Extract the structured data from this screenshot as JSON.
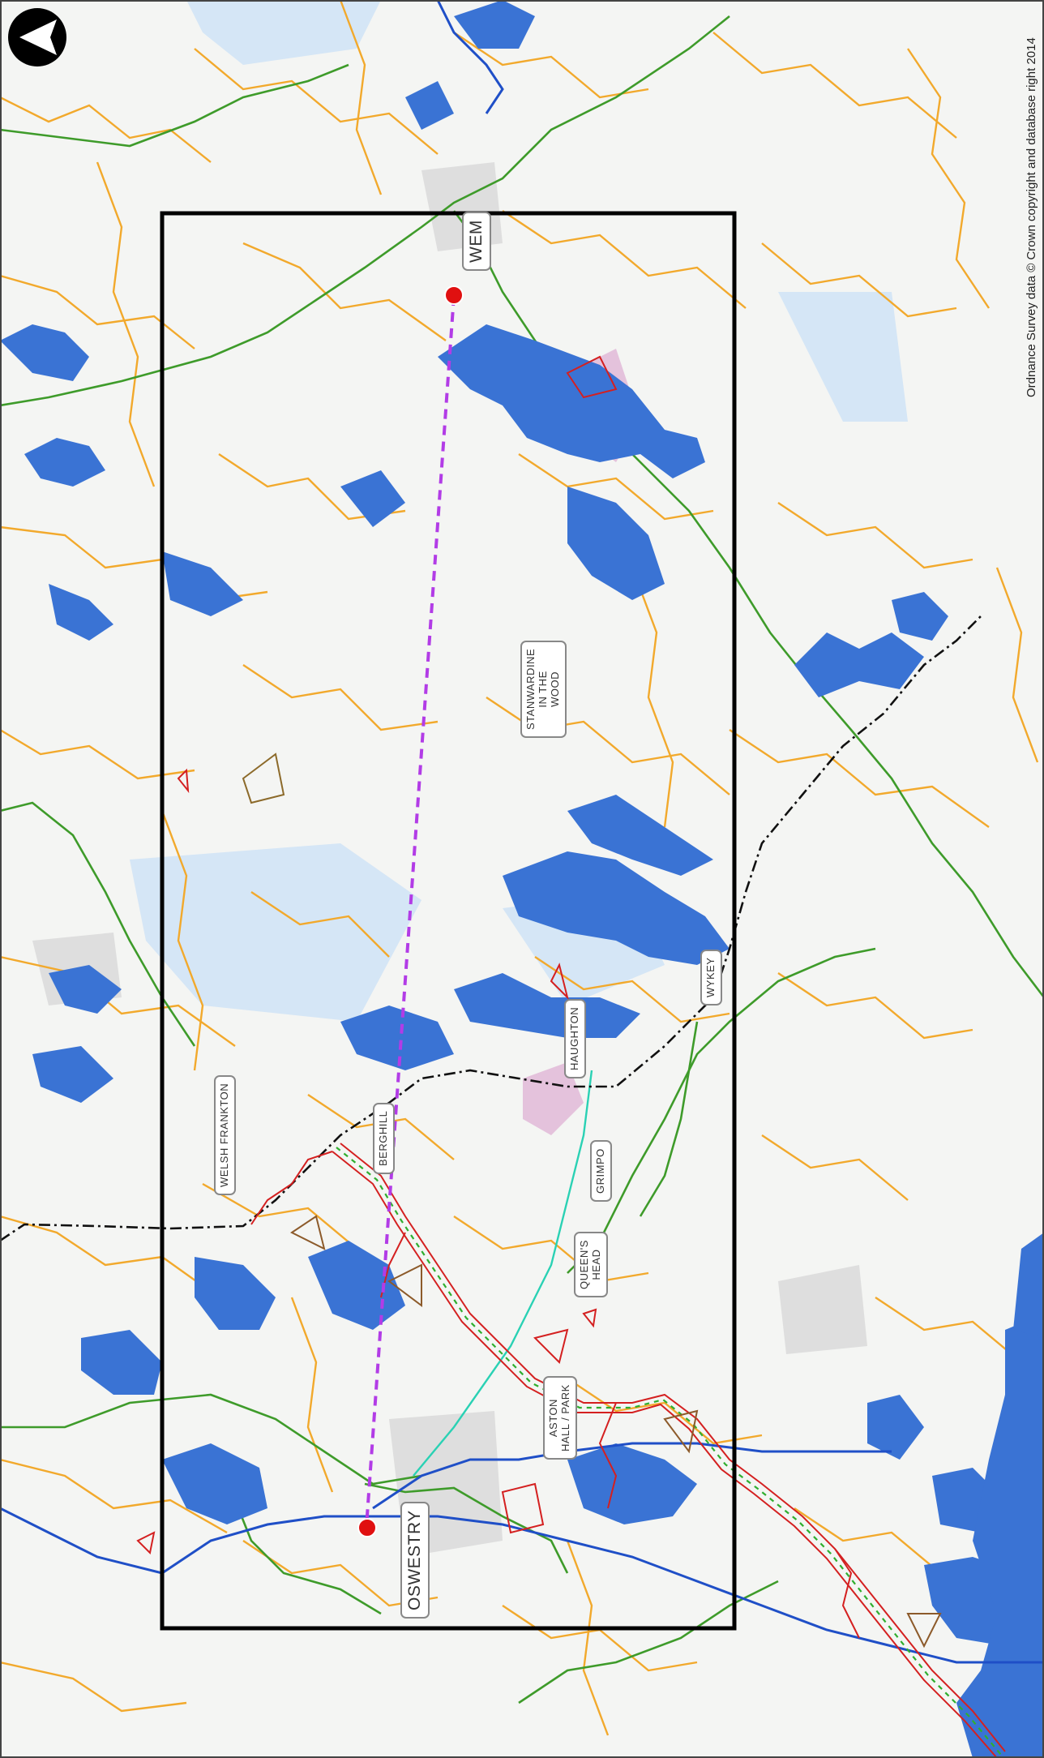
{
  "map": {
    "copyright": "Ordnance Survey data © Crown copyright and database right 2014",
    "north_arrow": "north-arrow-icon",
    "places": {
      "wem": "WEM",
      "stanwardine": "STANWARDINE\nIN THE\nWOOD",
      "haughton": "HAUGHTON",
      "wykey": "WYKEY",
      "welsh_frankton": "WELSH FRANKTON",
      "berghill": "BERGHILL",
      "grimpo": "GRIMPO",
      "queens_head": "QUEEN'S\nHEAD",
      "aston_hall": "ASTON\nHALL / PARK",
      "oswestry": "OSWESTRY"
    },
    "colors": {
      "flood_zone": "#3a73d4",
      "flood_zone_light": "#cfe3f6",
      "roads": "#f2a92c",
      "green_lines": "#3e9b2a",
      "straight_route": "#b23ce6",
      "boundary": "#111111",
      "canal_route": "#d42020",
      "blue_lines": "#1f4fc7",
      "teal_line": "#2ad1b4",
      "pink_area": "#e4c2dc",
      "study_frame": "#000000",
      "endpoint": "#e01010"
    }
  }
}
